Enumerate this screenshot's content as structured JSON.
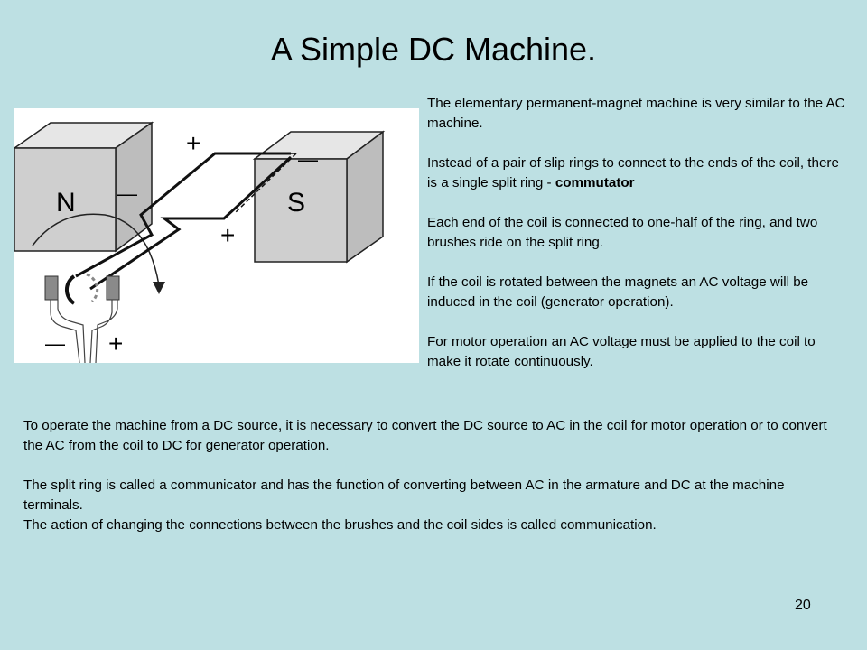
{
  "title": "A Simple DC Machine.",
  "figure": {
    "north_label": "N",
    "south_label": "S",
    "plus_sign": "+",
    "minus_sign": "—"
  },
  "right_text": {
    "p1": "The elementary permanent-magnet machine is very similar to the AC machine.",
    "p2_text": "Instead of a pair of slip rings to connect to the ends of the coil, there is a single split ring - ",
    "p2_bold": "commutator",
    "p3": "Each end of the coil is connected to one-half of the ring, and two brushes ride on the split ring.",
    "p4": "If the coil is rotated between the magnets an AC voltage will be induced in the coil (generator operation).",
    "p5": "For motor operation an AC voltage must be applied to the coil to make it rotate continuously."
  },
  "bottom_text": {
    "p1": "To operate the machine from a DC source, it is necessary to convert the DC source to AC in the coil for motor operation or to convert the AC from the coil to DC for generator operation.",
    "p2": "The split ring is called a communicator and has the function of converting between AC in the armature and DC at the machine terminals.",
    "p3": "The action of changing the connections between the brushes and the coil sides is called communication."
  },
  "page_number": "20"
}
